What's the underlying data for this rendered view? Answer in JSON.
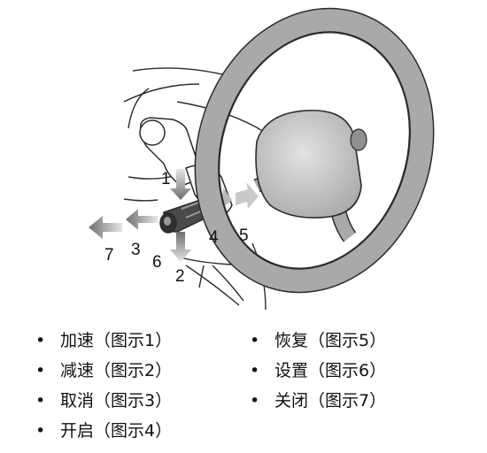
{
  "diagram": {
    "callouts": [
      "1",
      "2",
      "3",
      "4",
      "5",
      "6",
      "7"
    ]
  },
  "legend": {
    "bullet": "•",
    "left_items": [
      {
        "text": "加速（图示1）"
      },
      {
        "text": "减速（图示2）"
      },
      {
        "text": "取消（图示3）"
      },
      {
        "text": "开启（图示4）"
      }
    ],
    "right_items": [
      {
        "text": "恢复（图示5）"
      },
      {
        "text": "设置（图示6）"
      },
      {
        "text": "关闭（图示7）"
      }
    ]
  },
  "colors": {
    "outline": "#2b2b2b",
    "wheel_rim": "#a9a9a9",
    "wheel_hub": "#c4c4c4",
    "arrow_dark": "#7a7a7a",
    "arrow_light": "#d8d8d8"
  }
}
